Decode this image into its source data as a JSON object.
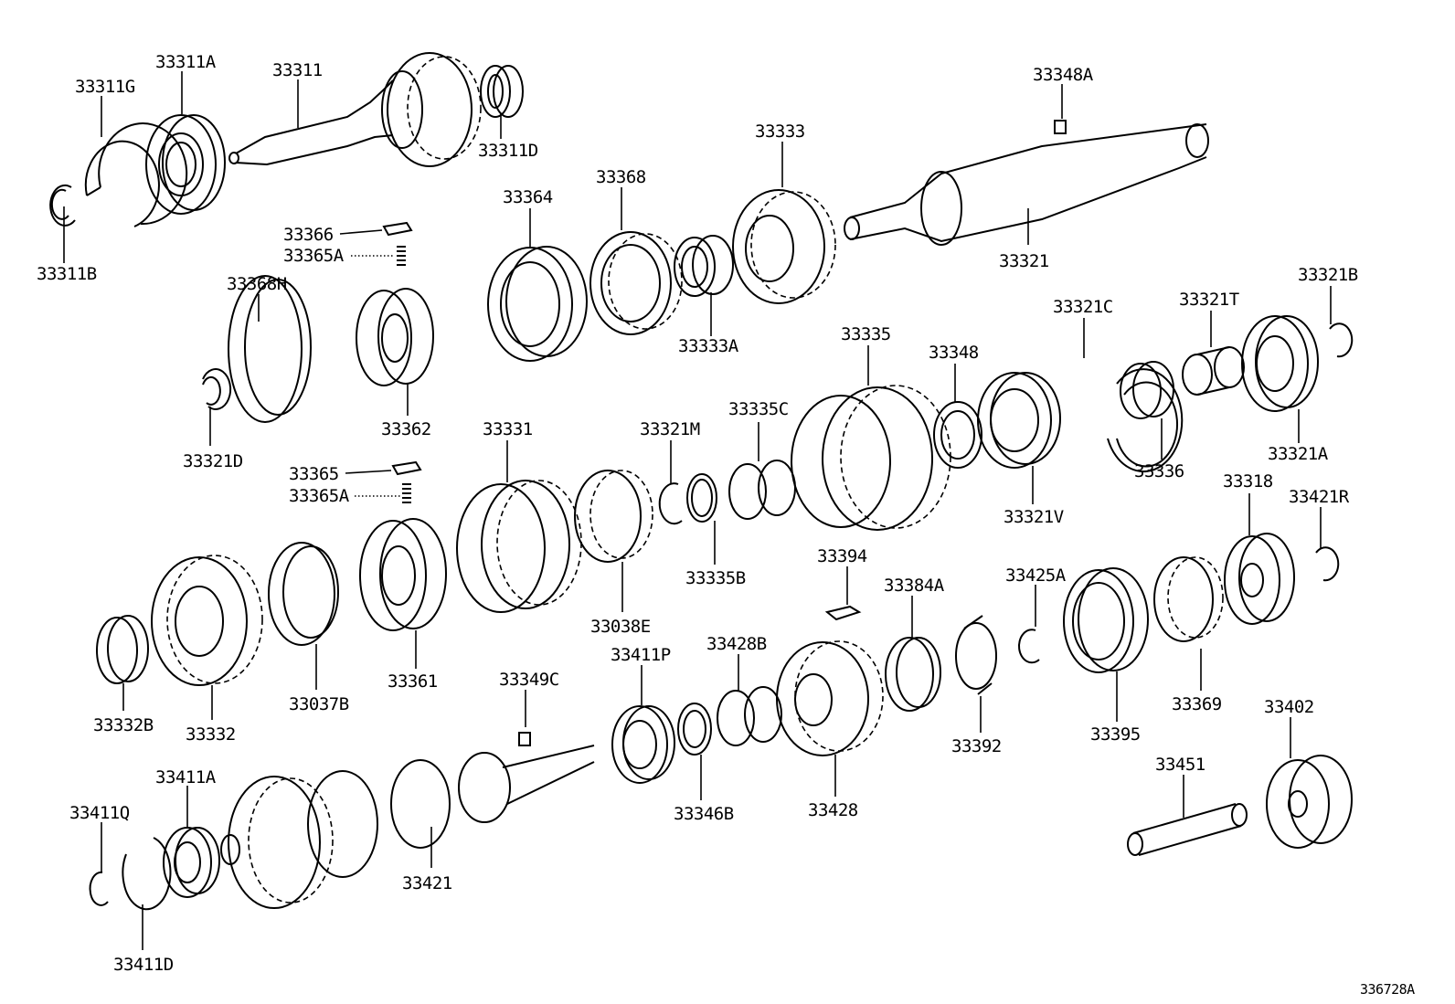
{
  "figure_id": "336728A",
  "labels": [
    "33311G",
    "33311A",
    "33311",
    "33311D",
    "33311B",
    "33348A",
    "33333",
    "33368",
    "33364",
    "33366",
    "33365A",
    "33321",
    "33368H",
    "33362",
    "33321D",
    "33333A",
    "33335",
    "33348",
    "33321C",
    "33321T",
    "33321B",
    "33336",
    "33321A",
    "33321V",
    "33331",
    "33321M",
    "33335C",
    "33365",
    "33365A",
    "33335B",
    "33038E",
    "33332B",
    "33332",
    "33037B",
    "33361",
    "33394",
    "33384A",
    "33425A",
    "33318",
    "33421R",
    "33392",
    "33395",
    "33369",
    "33349C",
    "33411P",
    "33428B",
    "33346B",
    "33428",
    "33402",
    "33451",
    "33411A",
    "33411Q",
    "33421",
    "33411D"
  ]
}
